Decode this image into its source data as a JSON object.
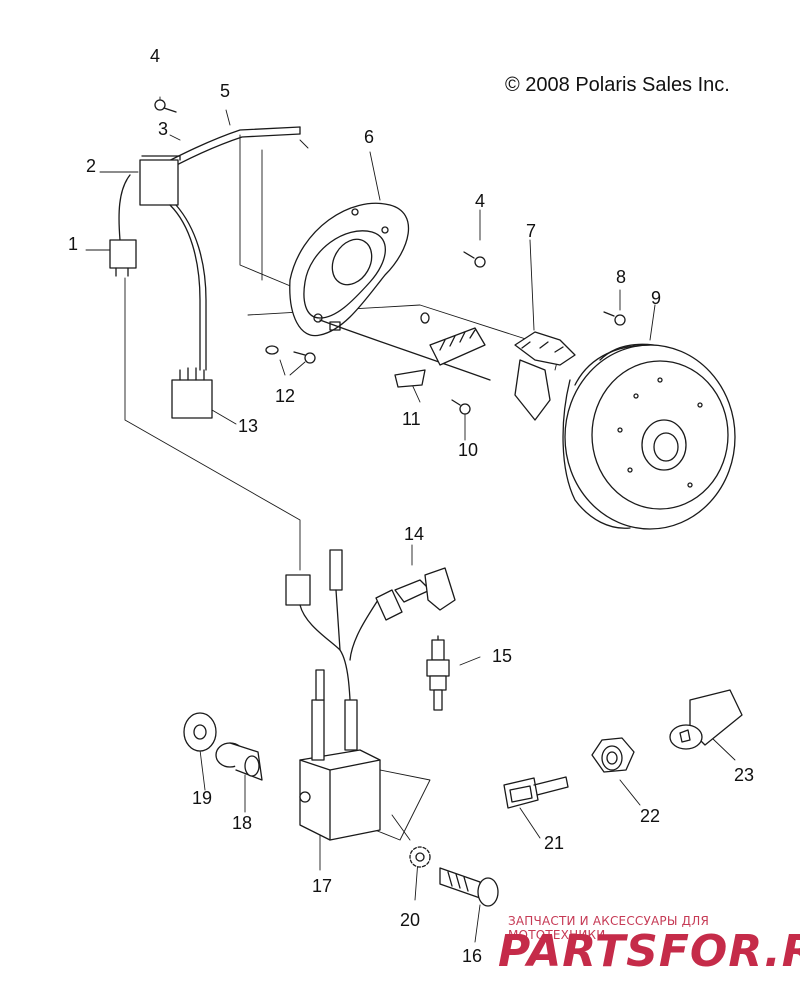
{
  "copyright": "© 2008 Polaris Sales Inc.",
  "watermark": {
    "tagline": "ЗАПЧАСТИ И АКСЕССУАРЫ ДЛЯ МОТОТЕХНИКИ",
    "logo": "PARTSFOR.RU",
    "color": "#c52b49"
  },
  "callouts": {
    "c1": "1",
    "c2": "2",
    "c3": "3",
    "c4a": "4",
    "c4b": "4",
    "c5": "5",
    "c6": "6",
    "c7": "7",
    "c8": "8",
    "c9": "9",
    "c10": "10",
    "c11": "11",
    "c12": "12",
    "c13": "13",
    "c14": "14",
    "c15": "15",
    "c16": "16",
    "c17": "17",
    "c18": "18",
    "c19": "19",
    "c20": "20",
    "c21": "21",
    "c22": "22",
    "c23": "23"
  }
}
